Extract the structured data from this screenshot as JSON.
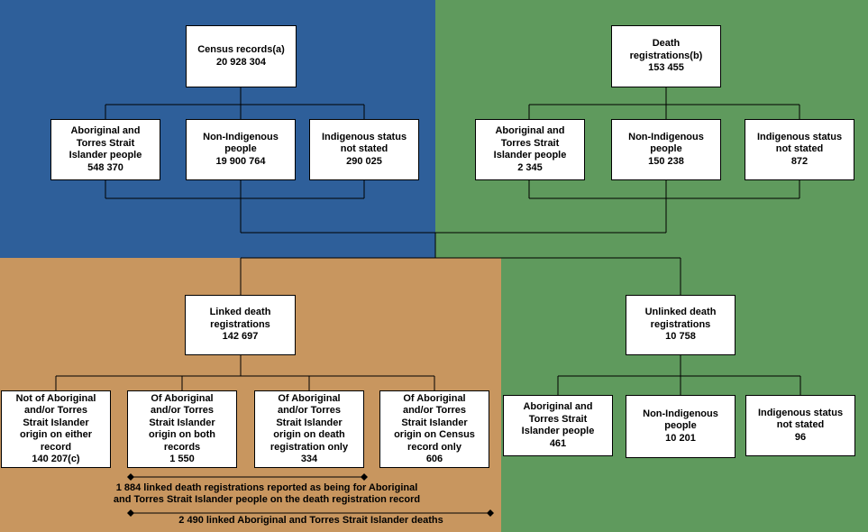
{
  "colors": {
    "census_region": "#2e5f9a",
    "death_region": "#5f9a5d",
    "linked_region": "#c8965f",
    "unlinked_region": "#5f9a5d",
    "box": "#ffffff",
    "line": "#000000"
  },
  "census": {
    "title": "Census records(a)",
    "value": "20 928 304",
    "children": [
      {
        "label": "Aboriginal and\nTorres Strait\nIslander people",
        "value": "548 370"
      },
      {
        "label": "Non-Indigenous\npeople",
        "value": "19 900 764"
      },
      {
        "label": "Indigenous status\nnot stated",
        "value": "290 025"
      }
    ]
  },
  "deaths": {
    "title": "Death\nregistrations(b)",
    "value": "153 455",
    "children": [
      {
        "label": "Aboriginal and\nTorres Strait\nIslander people",
        "value": "2 345"
      },
      {
        "label": "Non-Indigenous\npeople",
        "value": "150 238"
      },
      {
        "label": "Indigenous status\nnot stated",
        "value": "872"
      }
    ]
  },
  "linked": {
    "title": "Linked death\nregistrations",
    "value": "142 697",
    "children": [
      {
        "label": "Not of Aboriginal\nand/or Torres\nStrait Islander\norigin on either\nrecord",
        "value": "140 207(c)"
      },
      {
        "label": "Of Aboriginal\nand/or Torres\nStrait Islander\norigin on both\nrecords",
        "value": "1 550"
      },
      {
        "label": "Of Aboriginal\nand/or Torres\nStrait Islander\norigin on death\nregistration only",
        "value": "334"
      },
      {
        "label": "Of Aboriginal\nand/or Torres\nStrait Islander\norigin on Census\nrecord only",
        "value": "606"
      }
    ]
  },
  "unlinked": {
    "title": "Unlinked death\nregistrations",
    "value": "10 758",
    "children": [
      {
        "label": "Aboriginal and\nTorres Strait\nIslander people",
        "value": "461"
      },
      {
        "label": "Non-Indigenous\npeople",
        "value": "10 201"
      },
      {
        "label": "Indigenous status\nnot stated",
        "value": "96"
      }
    ]
  },
  "notes": {
    "death_registration_note": "1 884 linked death registrations reported as being for Aboriginal\nand Torres Strait Islander people on the death registration record",
    "total_note": "2 490 linked Aboriginal and Torres Strait Islander deaths"
  }
}
